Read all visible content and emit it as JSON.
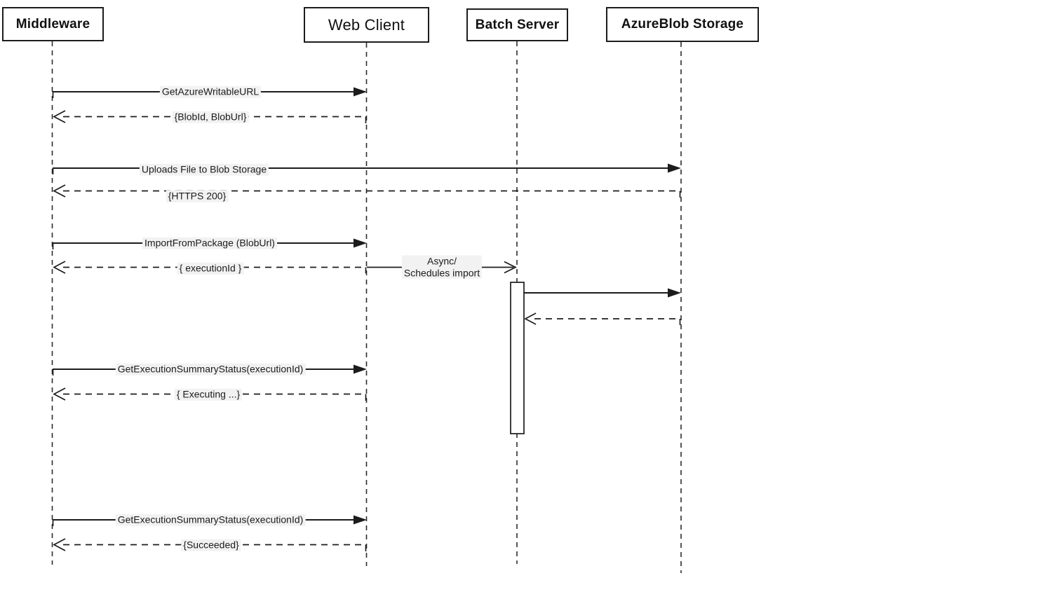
{
  "diagram": {
    "type": "uml-sequence-diagram",
    "participants": [
      {
        "id": "middleware",
        "label": "Middleware"
      },
      {
        "id": "web-client",
        "label": "Web Client"
      },
      {
        "id": "batch-server",
        "label": "Batch Server"
      },
      {
        "id": "azure-blob-storage",
        "label": "AzureBlob Storage"
      }
    ],
    "messages": [
      {
        "from": "Middleware",
        "to": "Web Client",
        "line": "solid",
        "arrowhead": "filled",
        "label": "GetAzureWritableURL"
      },
      {
        "from": "Web Client",
        "to": "Middleware",
        "line": "dashed",
        "arrowhead": "open",
        "label": "{BlobId, BlobUrl}"
      },
      {
        "from": "Middleware",
        "to": "AzureBlob Storage",
        "line": "solid",
        "arrowhead": "filled",
        "label": "Uploads File to Blob Storage"
      },
      {
        "from": "AzureBlob Storage",
        "to": "Middleware",
        "line": "dashed",
        "arrowhead": "open",
        "label": "{HTTPS 200}"
      },
      {
        "from": "Middleware",
        "to": "Web Client",
        "line": "solid",
        "arrowhead": "filled",
        "label": "ImportFromPackage (BlobUrl)"
      },
      {
        "from": "Web Client",
        "to": "Middleware",
        "line": "dashed",
        "arrowhead": "open",
        "label": "{ executionId }"
      },
      {
        "from": "Web Client",
        "to": "Batch Server",
        "line": "solid",
        "arrowhead": "open",
        "label": "Async/\nSchedules import"
      },
      {
        "from": "Batch Server",
        "to": "AzureBlob Storage",
        "line": "solid",
        "arrowhead": "filled",
        "label": ""
      },
      {
        "from": "AzureBlob Storage",
        "to": "Batch Server",
        "line": "dashed",
        "arrowhead": "open",
        "label": ""
      },
      {
        "from": "Middleware",
        "to": "Web Client",
        "line": "solid",
        "arrowhead": "filled",
        "label": "GetExecutionSummaryStatus(executionId)"
      },
      {
        "from": "Web Client",
        "to": "Middleware",
        "line": "dashed",
        "arrowhead": "open",
        "label": "{ Executing ...}"
      },
      {
        "from": "Middleware",
        "to": "Web Client",
        "line": "solid",
        "arrowhead": "filled",
        "label": "GetExecutionSummaryStatus(executionId)"
      },
      {
        "from": "Web Client",
        "to": "Middleware",
        "line": "dashed",
        "arrowhead": "open",
        "label": "{Succeeded}"
      }
    ],
    "activation": {
      "participant": "Batch Server"
    },
    "colors": {
      "background": "#ffffff",
      "line": "#1c1c1c",
      "lifeline": "#2b2b2b",
      "label_bg": "#f2f2f2",
      "box_border": "#1c1c1c",
      "text": "#111111"
    }
  }
}
